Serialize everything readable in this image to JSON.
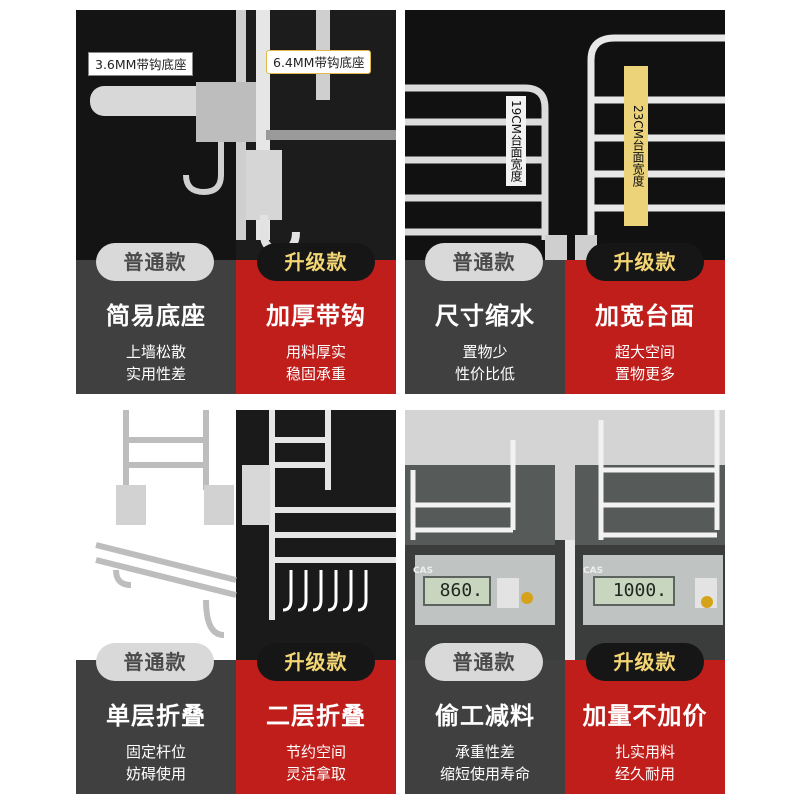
{
  "panels": [
    {
      "badge_normal": "普通款",
      "badge_upgrade": "升级款",
      "left_title": "简易底座",
      "left_desc": [
        "上墙松散",
        "实用性差"
      ],
      "right_title": "加厚带钩",
      "right_desc": [
        "用料厚实",
        "稳固承重"
      ],
      "callouts": [
        "3.6MM带钩底座",
        "6.4MM带钩底座"
      ]
    },
    {
      "badge_normal": "普通款",
      "badge_upgrade": "升级款",
      "left_title": "尺寸缩水",
      "left_desc": [
        "置物少",
        "性价比低"
      ],
      "right_title": "加宽台面",
      "right_desc": [
        "超大空间",
        "置物更多"
      ],
      "dimensions": [
        "19CM台面宽度",
        "23CM台面宽度"
      ]
    },
    {
      "badge_normal": "普通款",
      "badge_upgrade": "升级款",
      "left_title": "单层折叠",
      "left_desc": [
        "固定杆位",
        "妨碍使用"
      ],
      "right_title": "二层折叠",
      "right_desc": [
        "节约空间",
        "灵活拿取"
      ]
    },
    {
      "badge_normal": "普通款",
      "badge_upgrade": "升级款",
      "left_title": "偷工减料",
      "left_desc": [
        "承重性差",
        "缩短使用寿命"
      ],
      "right_title": "加量不加价",
      "right_desc": [
        "扎实用料",
        "经久耐用"
      ],
      "scale_brand": "CAS",
      "scale_readings": [
        "860.",
        "1000."
      ]
    }
  ],
  "colors": {
    "normal_column": "#404040",
    "upgrade_column": "#bf1e1b",
    "upgrade_badge_text": "#f4d774",
    "normal_badge": "#d9d9d9"
  }
}
